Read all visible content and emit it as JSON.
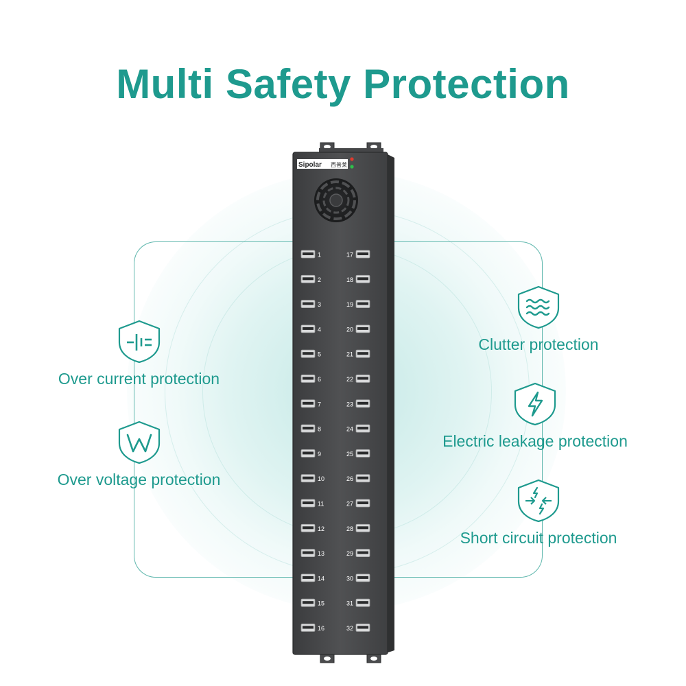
{
  "title": "Multi Safety Protection",
  "brand": {
    "logo_text": "Sipolar",
    "logo_text_cn": "西普莱"
  },
  "features": [
    {
      "label": "Over current protection",
      "icon": "shield-current-icon"
    },
    {
      "label": "Over voltage protection",
      "icon": "shield-voltage-icon"
    },
    {
      "label": "Clutter protection",
      "icon": "shield-waves-icon"
    },
    {
      "label": "Electric leakage protection",
      "icon": "shield-lightning-icon"
    },
    {
      "label": "Short circuit protection",
      "icon": "shield-short-circuit-icon"
    }
  ],
  "ports": {
    "left": [
      "1",
      "2",
      "3",
      "4",
      "5",
      "6",
      "7",
      "8",
      "9",
      "10",
      "11",
      "12",
      "13",
      "14",
      "15",
      "16"
    ],
    "right": [
      "17",
      "18",
      "19",
      "20",
      "21",
      "22",
      "23",
      "24",
      "25",
      "26",
      "27",
      "28",
      "29",
      "30",
      "31",
      "32"
    ]
  },
  "colors": {
    "accent": "#1e9a8e",
    "hub_body": "#4a4b4d",
    "led_red": "#e23a2e",
    "led_green": "#2fbf4a"
  }
}
